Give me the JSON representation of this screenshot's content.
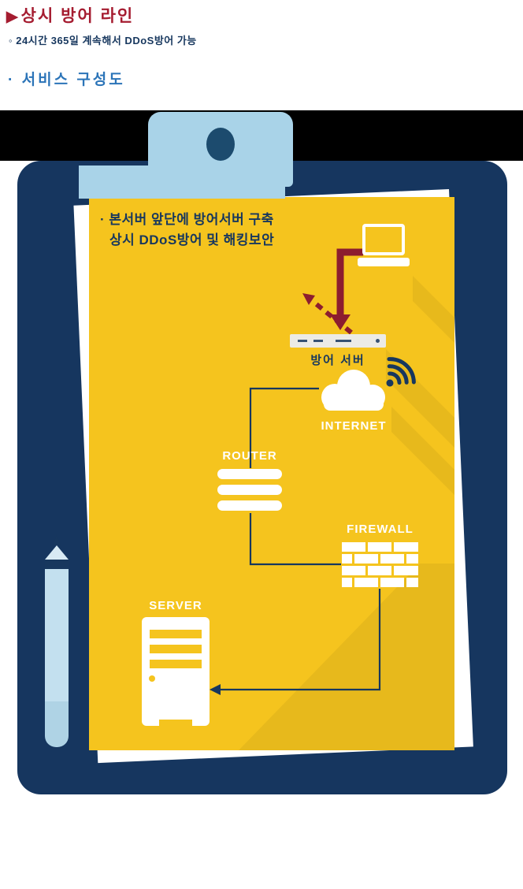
{
  "header": {
    "title_arrow": "▶",
    "title": "상시 방어 라인",
    "bullet": "◦ 24시간 365일 계속해서 DDoS방어 가능",
    "subtitle": "· 서비스 구성도"
  },
  "paper_note": {
    "line1": "· 본서버 앞단에 방어서버 구축",
    "line2": "상시 DDoS방어 및 해킹보안"
  },
  "diagram_labels": {
    "defense_server": "방어 서버",
    "internet": "INTERNET",
    "router": "ROUTER",
    "firewall": "FIREWALL",
    "server": "SERVER"
  },
  "colors": {
    "title_red": "#A51C30",
    "navy": "#17375E",
    "subtitle_blue": "#2B74B8",
    "board_navy": "#16365F",
    "clip_blue": "#A9D3E8",
    "clip_hole": "#1C4B6E",
    "paper_yellow": "#F5C41E",
    "arrow_maroon": "#8C1D2F",
    "band_black": "#000000",
    "bar_gray": "#ECEBE6",
    "pen_body": "#C3E0EF",
    "pen_lower": "#AFD3E5",
    "pen_cone": "#D8EAF4"
  }
}
